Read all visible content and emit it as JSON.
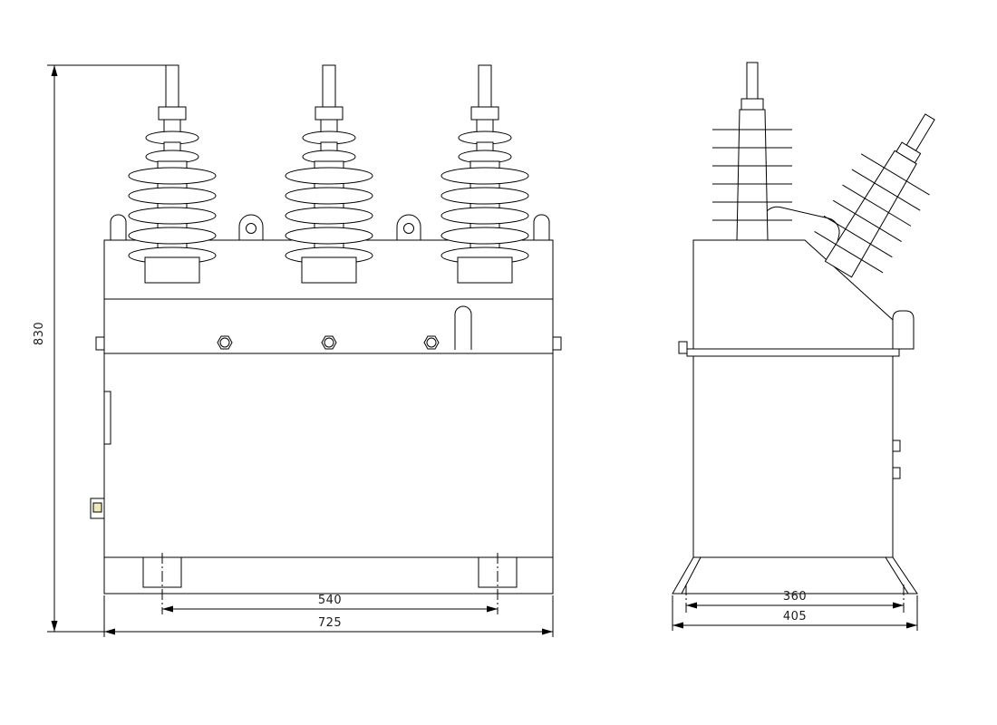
{
  "drawing": {
    "type": "engineering-outline-drawing",
    "views": [
      "front",
      "side"
    ]
  },
  "dimensions": {
    "overall_height": "830",
    "front_feet_spacing": "540",
    "front_overall_width": "725",
    "side_feet_spacing": "360",
    "side_overall_width": "405"
  },
  "style": {
    "line_color": "#000000",
    "text_color": "#1c1c1c",
    "background": "#ffffff",
    "label_tint": "#efe9b8"
  }
}
